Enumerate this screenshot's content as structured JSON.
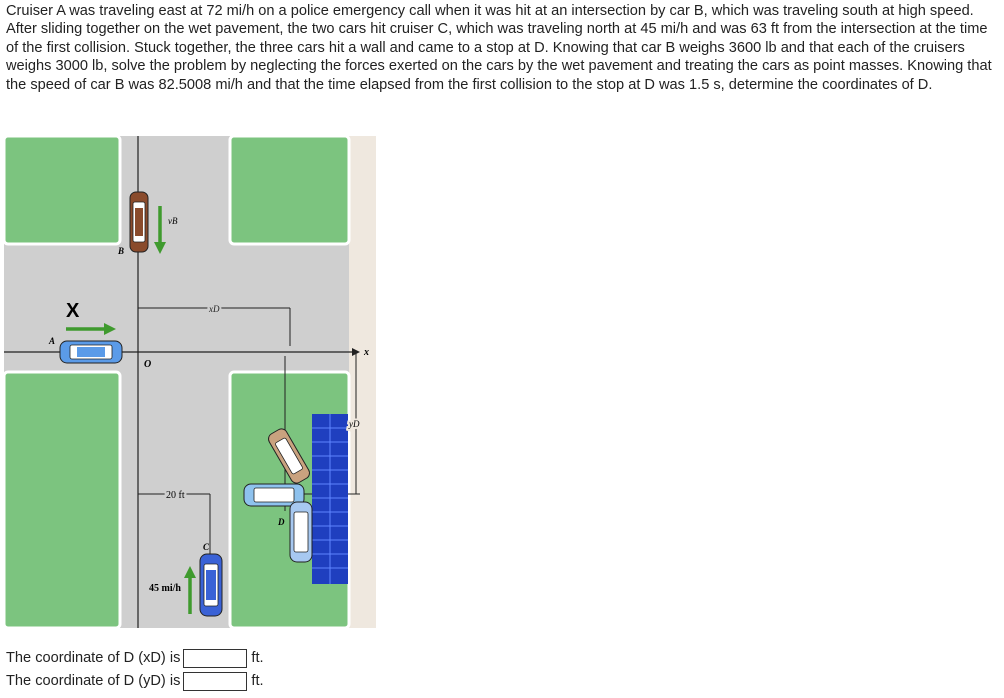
{
  "problem": {
    "text": "Cruiser A was traveling east at 72 mi/h on a police emergency call when it was hit at an intersection by car B, which was traveling south at high speed. After sliding together on the wet pavement, the two cars hit cruiser C, which was traveling north at 45 mi/h and was 63 ft from the intersection at the time of the first collision. Stuck together, the three cars hit a wall and came to a stop at D. Knowing that car B weighs 3600 lb and that each of the cruisers weighs 3000 lb, solve the problem by neglecting the forces exerted on the cars by the wet pavement and treating the cars as point masses. Knowing that the speed of car B was 82.5008 mi/h and that the time elapsed from the first collision to the stop at D was 1.5 s, determine the coordinates of D."
  },
  "figure": {
    "label_vb": "vB",
    "label_b": "B",
    "label_a": "A",
    "label_o": "O",
    "label_x_axis": "x",
    "label_xd": "xD",
    "label_yd": "yD",
    "label_d": "D",
    "label_c": "C",
    "label_20ft": "20 ft",
    "label_45mih": "45 mi/h",
    "mark_x": "X",
    "colors": {
      "grass": "#7cc47f",
      "road": "#cfcfcf",
      "curb": "#ffffff",
      "wall": "#1f3fbf",
      "arrow": "#3f9a2e",
      "frame": "#efe8df"
    }
  },
  "answers": {
    "xd_prefix": "The coordinate of D (xD) is",
    "yd_prefix": "The coordinate of D (yD) is",
    "unit": "ft."
  }
}
